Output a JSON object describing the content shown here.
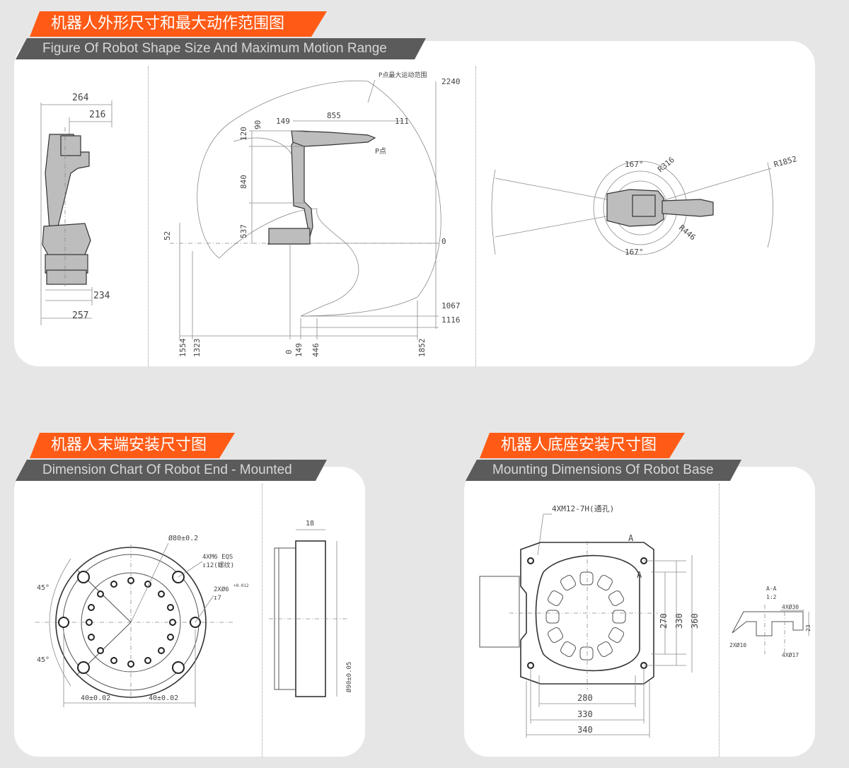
{
  "section1": {
    "title_cn": "机器人外形尺寸和最大动作范围图",
    "title_en": "Figure Of Robot Shape Size And Maximum Motion Range",
    "side_view": {
      "d264": "264",
      "d216": "216",
      "d234": "234",
      "d257": "257"
    },
    "motion_range": {
      "p_label": "P点最大运动范围",
      "p_point": "P点",
      "d2240": "2240",
      "d0_right": "0",
      "d1067": "1067",
      "d1116": "1116",
      "d149_top": "149",
      "d855": "855",
      "d111": "111",
      "d120": "120",
      "d90": "90",
      "d840": "840",
      "d537": "537",
      "d52": "52",
      "b1554": "1554",
      "b1323": "1323",
      "b0": "0",
      "b149": "149",
      "b446": "446",
      "b1852": "1852"
    },
    "top_view": {
      "angle_top": "167°",
      "angle_bottom": "167°",
      "r316": "R316",
      "r1852": "R1852",
      "r446": "R446"
    }
  },
  "section2": {
    "title_cn": "机器人末端安装尺寸图",
    "title_en": "Dimension Chart Of Robot End - Mounted",
    "flange": {
      "d80": "Ø80±0.2",
      "m6": "4XM6 EQS",
      "m6_depth": "↧12(螺纹)",
      "pin": "2XØ6",
      "pin_tol": "+0.012",
      "pin_depth": "↧7",
      "angle_a": "45°",
      "angle_b": "45°",
      "d40_left": "40±0.02",
      "d40_right": "40±0.02",
      "d18": "18",
      "d90": "Ø90±0.05"
    }
  },
  "section3": {
    "title_cn": "机器人底座安装尺寸图",
    "title_en": "Mounting Dimensions Of Robot Base",
    "base": {
      "m12": "4XM12-7H(通孔)",
      "section_a_top": "A",
      "section_a_mid": "A",
      "d270": "270",
      "d330v": "330",
      "d360": "360",
      "d280": "280",
      "d330h": "330",
      "d340": "340",
      "aa": "A-A",
      "scale": "1:2",
      "d30": "4XØ30",
      "d10": "2XØ10",
      "d17": "4XØ17",
      "d23": "23"
    }
  }
}
